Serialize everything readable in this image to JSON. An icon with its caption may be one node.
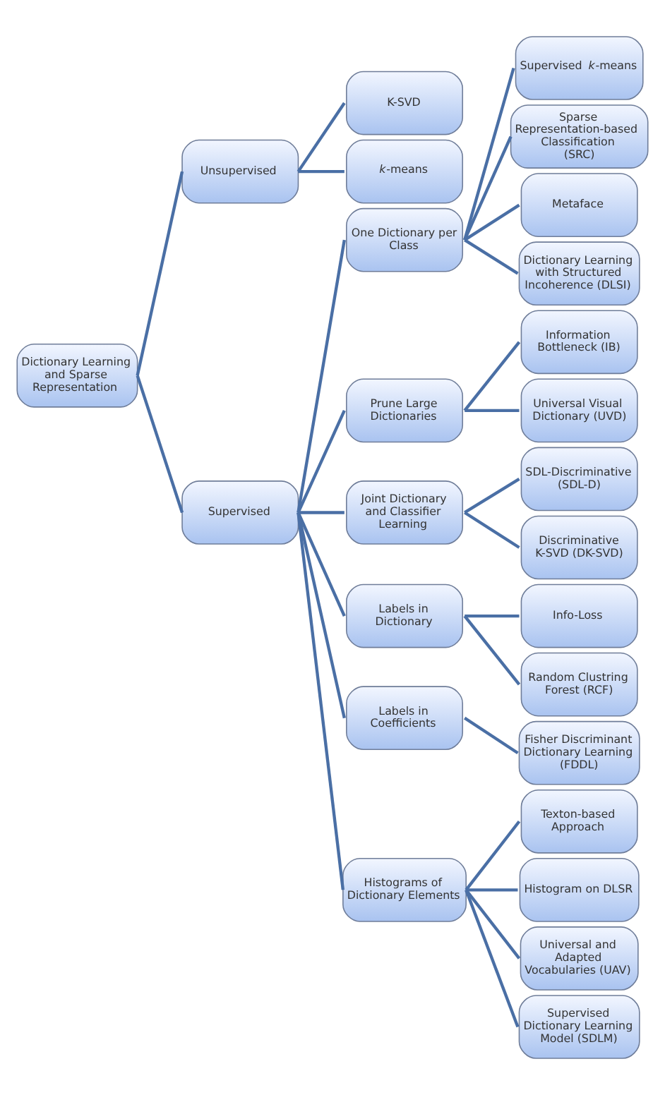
{
  "diagram": {
    "nodes": [
      {
        "text": [
          "Dictionary Learning and Sparse Representation"
        ]
      },
      {
        "text": [
          "Unsupervised"
        ]
      },
      {
        "text": [
          "K-SVD"
        ]
      },
      {
        "text": [
          "*k*-means"
        ]
      },
      {
        "text": [
          "Supervised"
        ]
      },
      {
        "text": [
          "One Dictionary per Class"
        ]
      },
      {
        "text": [
          "Supervised *k*-means"
        ]
      },
      {
        "text": [
          "Sparse Representation-based Classification (SRC)"
        ]
      },
      {
        "text": [
          "Metaface"
        ]
      },
      {
        "text": [
          "Dictionary Learning with Structured Incoherence (DLSI)"
        ]
      },
      {
        "text": [
          "Prune Large Dictionaries"
        ]
      },
      {
        "text": [
          "Information Bottleneck (IB)"
        ]
      },
      {
        "text": [
          "Universal Visual Dictionary (UVD)"
        ]
      },
      {
        "text": [
          "Joint Dictionary and Classifier Learning"
        ]
      },
      {
        "text": [
          "SDL-Discriminative (SDL-D)"
        ]
      },
      {
        "text": [
          "Discriminative K-SVD (DK-SVD)"
        ]
      },
      {
        "text": [
          "Labels in Dictionary"
        ]
      },
      {
        "text": [
          "Info-Loss"
        ]
      },
      {
        "text": [
          "Random Clustring Forest (RCF)"
        ]
      },
      {
        "text": [
          "Labels in Coefficients"
        ]
      },
      {
        "text": [
          "Fisher Discriminant Dictionary Learning (FDDL)"
        ]
      },
      {
        "text": [
          "Histograms of Dictionary Elements"
        ]
      },
      {
        "text": [
          "Texton-based Approach"
        ]
      },
      {
        "text": [
          "Histogram on DLSR"
        ]
      },
      {
        "text": [
          "Universal and Adapted Vocabularies (UAV)"
        ]
      },
      {
        "text": [
          "Supervised Dictionary Learning Model (SDLM)"
        ]
      }
    ],
    "edges": [
      {
        "from": 0,
        "to": 1,
        "arrow": "none"
      },
      {
        "from": 1,
        "to": 2,
        "arrow": "none"
      },
      {
        "from": 1,
        "to": 3,
        "arrow": "none"
      },
      {
        "from": 0,
        "to": 4,
        "arrow": "none"
      },
      {
        "from": 4,
        "to": 5,
        "arrow": "none"
      },
      {
        "from": 5,
        "to": 6,
        "arrow": "none"
      },
      {
        "from": 5,
        "to": 7,
        "arrow": "none"
      },
      {
        "from": 5,
        "to": 8,
        "arrow": "none"
      },
      {
        "from": 5,
        "to": 9,
        "arrow": "none"
      },
      {
        "from": 4,
        "to": 10,
        "arrow": "none"
      },
      {
        "from": 10,
        "to": 11,
        "arrow": "none"
      },
      {
        "from": 10,
        "to": 12,
        "arrow": "none"
      },
      {
        "from": 4,
        "to": 13,
        "arrow": "none"
      },
      {
        "from": 13,
        "to": 14,
        "arrow": "none"
      },
      {
        "from": 13,
        "to": 15,
        "arrow": "none"
      },
      {
        "from": 4,
        "to": 16,
        "arrow": "none"
      },
      {
        "from": 16,
        "to": 17,
        "arrow": "none"
      },
      {
        "from": 16,
        "to": 18,
        "arrow": "none"
      },
      {
        "from": 4,
        "to": 19,
        "arrow": "none"
      },
      {
        "from": 19,
        "to": 20,
        "arrow": "none"
      },
      {
        "from": 4,
        "to": 21,
        "arrow": "none"
      },
      {
        "from": 21,
        "to": 22,
        "arrow": "none"
      },
      {
        "from": 21,
        "to": 23,
        "arrow": "none"
      },
      {
        "from": 21,
        "to": 24,
        "arrow": "none"
      },
      {
        "from": 21,
        "to": 25,
        "arrow": "none"
      }
    ]
  }
}
